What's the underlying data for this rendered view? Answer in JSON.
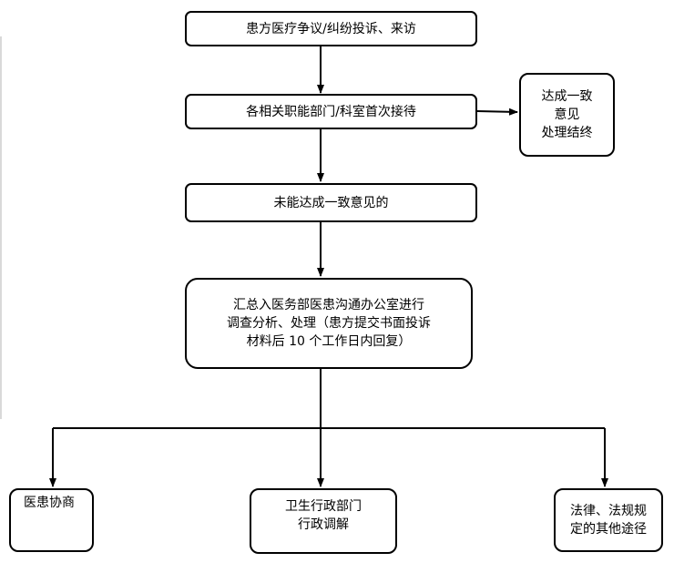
{
  "flow": {
    "start": "患方医疗争议/纠纷投诉、来访",
    "first_reception": "各相关职能部门/科室首次接待",
    "agreement": [
      "达成一致",
      "意见",
      "处理结终"
    ],
    "no_agreement": "未能达成一致意见的",
    "summary": [
      "汇总入医务部医患沟通办公室进行",
      "调查分析、处理（患方提交书面投诉",
      "材料后 10 个工作日内回复）"
    ],
    "outcomes": {
      "negotiation": [
        "医患协商"
      ],
      "administrative": [
        "卫生行政部门",
        "行政调解"
      ],
      "legal": [
        "法律、法规规",
        "定的其他途径"
      ]
    }
  }
}
